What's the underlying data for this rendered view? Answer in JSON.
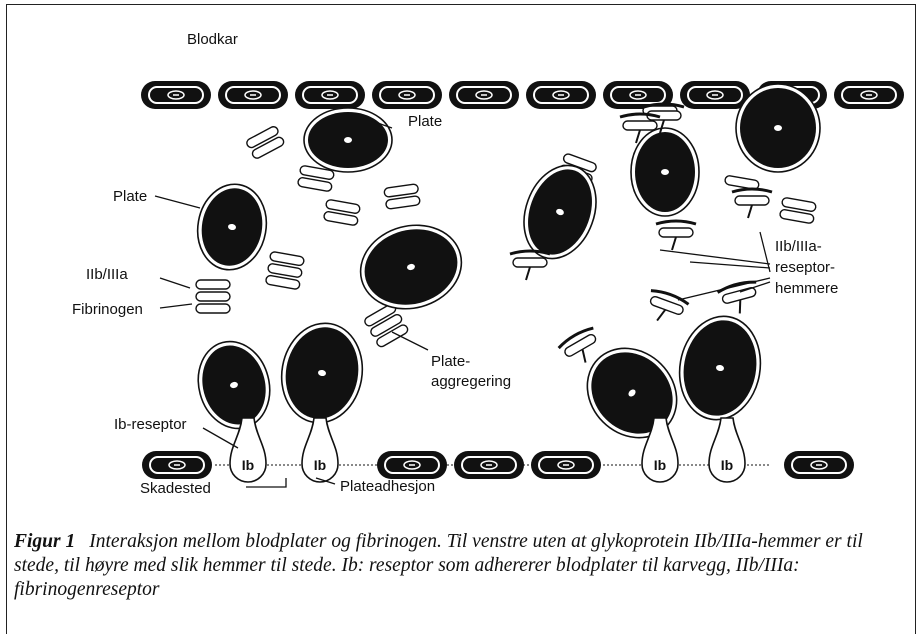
{
  "labels": {
    "vessel": "Blodkar",
    "platelet_top": "Plate",
    "platelet_left": "Plate",
    "receptor": "IIb/IIIa",
    "fibrinogen": "Fibrinogen",
    "aggregation_1": "Plate-",
    "aggregation_2": "aggregering",
    "ib_receptor": "Ib-reseptor",
    "injury_site": "Skadested",
    "adhesion": "Plateadhesjon",
    "inhibitor_1": "IIb/IIIa-",
    "inhibitor_2": "reseptor-",
    "inhibitor_3": "hemmere",
    "ib_tag": "Ib"
  },
  "caption": {
    "figure_label": "Figur 1",
    "text": "Interaksjon mellom blodplater og fibrinogen. Til venstre uten at glykoprotein IIb/IIIa-hemmer er til stede, til høyre med slik hemmer til stede. Ib: reseptor som adhererer blodplater til karvegg, IIb/IIIa: fibrinogenreseptor"
  }
}
